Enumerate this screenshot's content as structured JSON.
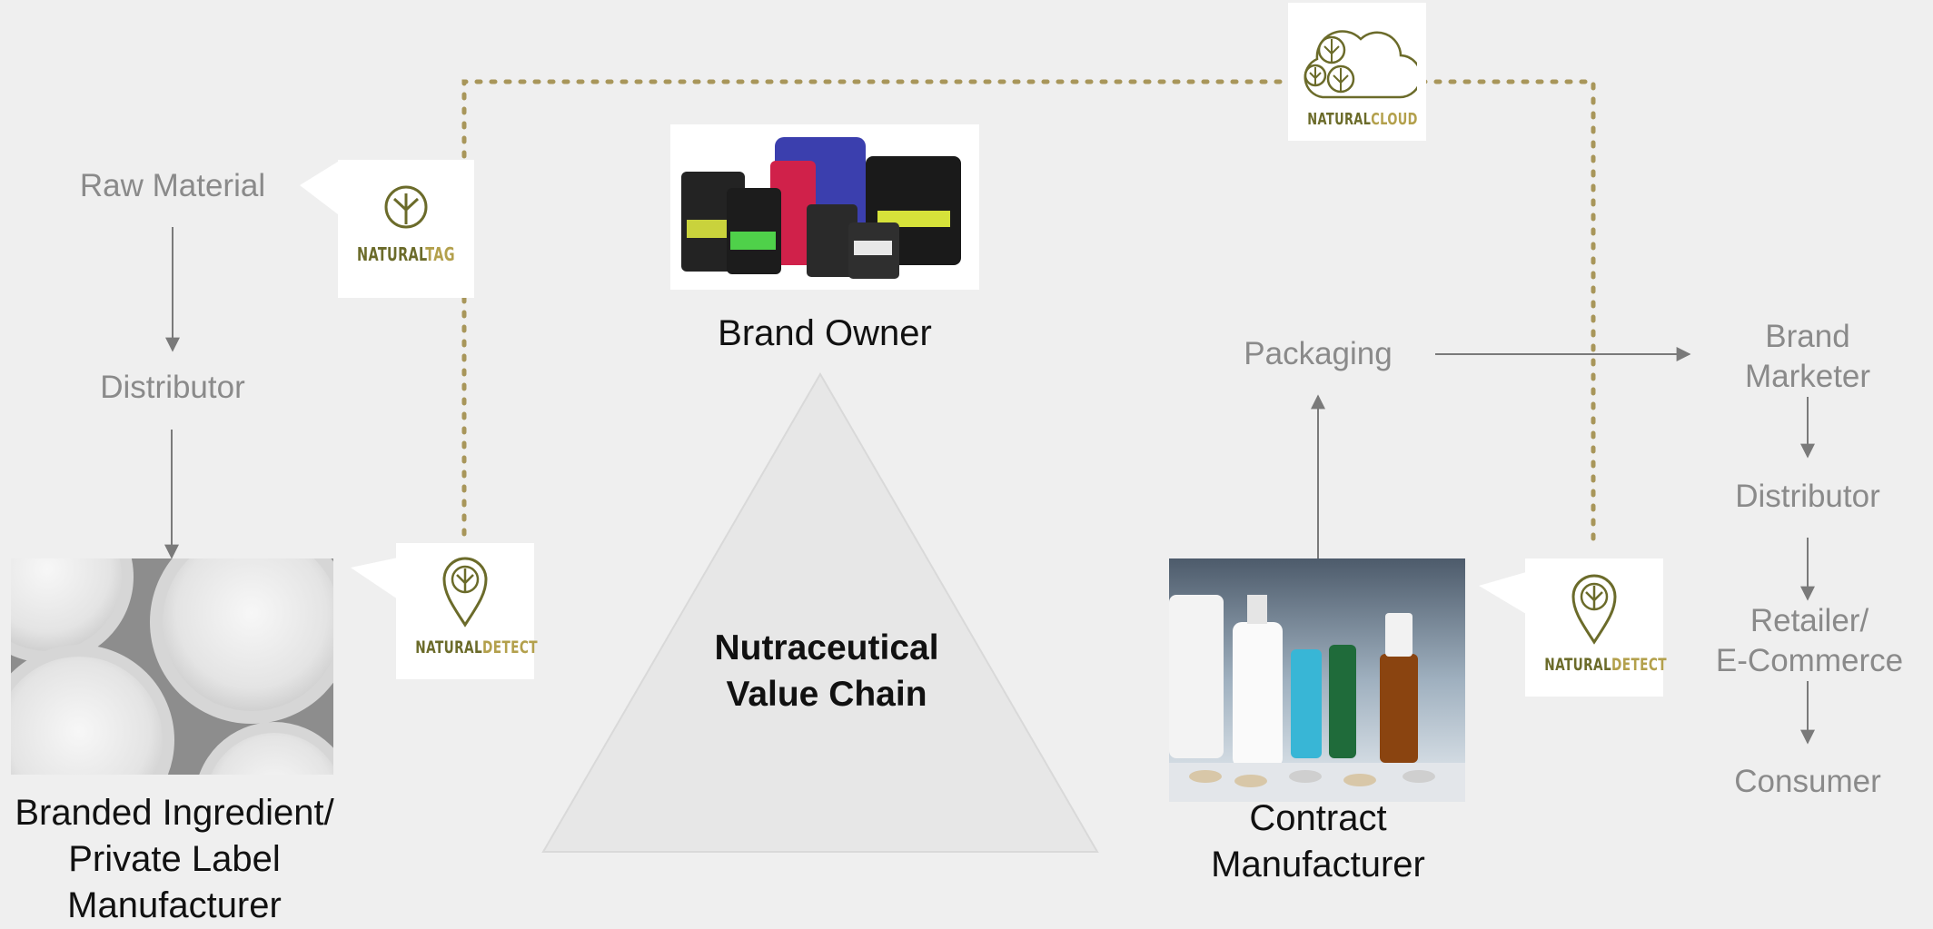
{
  "diagram": {
    "center_title": "Nutraceutical\nValue Chain",
    "nodes": {
      "raw_material": "Raw Material",
      "distributor_left": "Distributor",
      "branded_ingredient": "Branded Ingredient/\nPrivate Label\nManufacturer",
      "brand_owner": "Brand Owner",
      "packaging": "Packaging",
      "contract_manufacturer": "Contract\nManufacturer",
      "brand_marketer": "Brand\nMarketer",
      "distributor_right": "Distributor",
      "retailer": "Retailer/\nE-Commerce",
      "consumer": "Consumer"
    },
    "logos": {
      "natural_tag": {
        "part1": "NATURAL",
        "part2": "TAG"
      },
      "natural_detect_left": {
        "part1": "NATURAL",
        "part2": "DETECT"
      },
      "natural_detect_right": {
        "part1": "NATURAL",
        "part2": "DETECT"
      },
      "natural_cloud": {
        "part1": "NATURAL",
        "part2": "CLOUD"
      }
    },
    "colors": {
      "background": "#efefef",
      "dotted_line": "#a8965a",
      "logo_dark": "#6b6b2a",
      "logo_light": "#b3a04c",
      "arrow": "#7a7a7a"
    }
  }
}
